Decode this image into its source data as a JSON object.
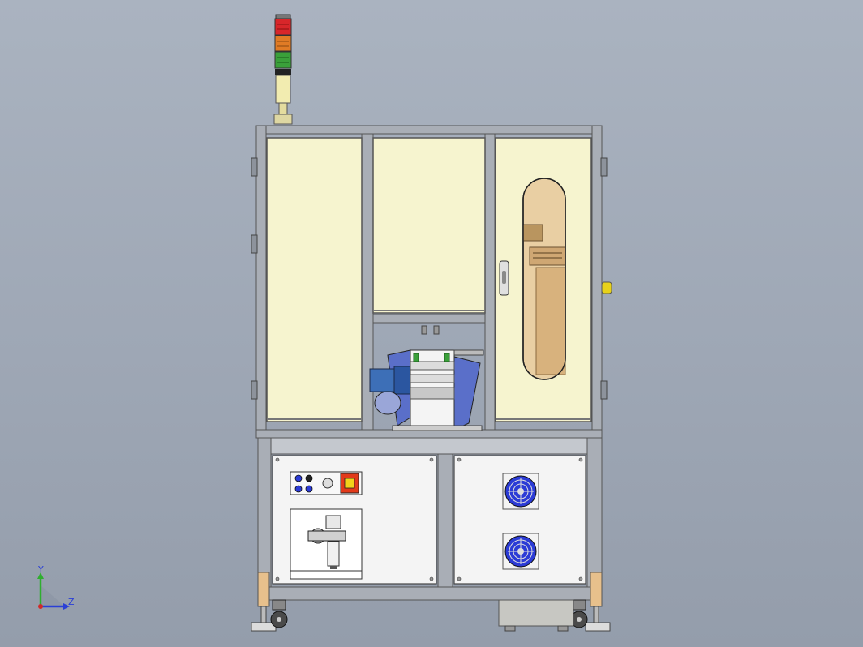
{
  "scene": {
    "view": "front-view",
    "background": "#9ea7b5"
  },
  "triad": {
    "y_label": "Y",
    "z_label": "Z",
    "colors": {
      "y": "#2fae2f",
      "z": "#2a3fd6",
      "x": "#d02a2a"
    }
  },
  "colors": {
    "frame": "#a9aeb6",
    "frame_dark": "#6f757e",
    "panel_glass": "#f6f4cf",
    "panel_white": "#f4f4f4",
    "light_red": "#d8262a",
    "light_orange": "#e07b25",
    "light_green": "#3aa03a",
    "light_yellow": "#f2ecb0",
    "fan_blue": "#2b3bd6",
    "motor_blue": "#3d6fb7",
    "hopper_blue": "#5a6fc9",
    "estop": "#e8d21a",
    "switch_red": "#e23a1a",
    "window_tan": "#d8b27d",
    "caster": "#4a4a4a",
    "wood": "#e7c08c"
  }
}
